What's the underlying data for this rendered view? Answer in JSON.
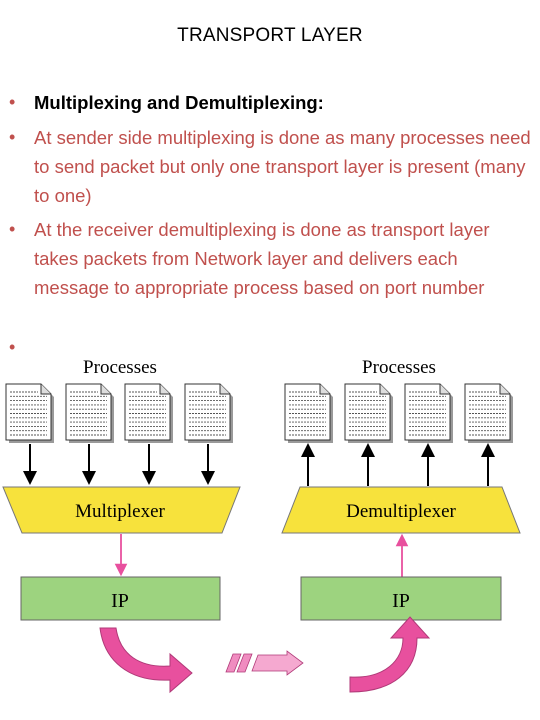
{
  "title": "TRANSPORT LAYER",
  "bullets": [
    "Multiplexing and Demultiplexing:",
    "At sender side multiplexing is done as many processes need to send packet but only one transport layer is present (many to one)",
    "At the receiver demultiplexing is done  as transport layer takes packets from Network layer and delivers each message to appropriate process based on port number",
    ""
  ],
  "diagram": {
    "left_processes_label": "Processes",
    "right_processes_label": "Processes",
    "multiplexer_label": "Multiplexer",
    "demultiplexer_label": "Demultiplexer",
    "left_ip_label": "IP",
    "right_ip_label": "IP",
    "process_count": 4,
    "colors": {
      "mux_fill": "#f7e23c",
      "ip_fill": "#9dd37f",
      "pink_arrow": "#e8509e",
      "bullet_red": "#c0504d"
    }
  }
}
